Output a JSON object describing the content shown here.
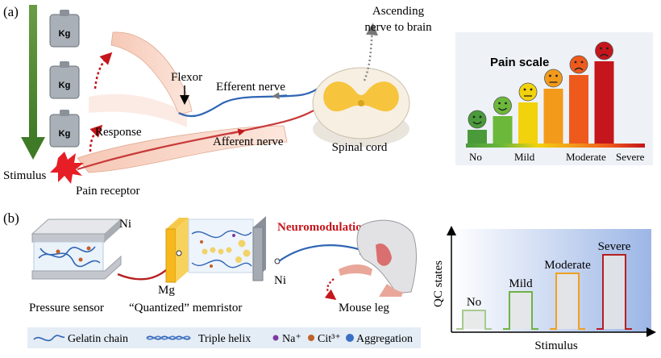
{
  "panel_a": {
    "label": "(a)",
    "weight_label": "Kg",
    "stimulus": "Stimulus",
    "response": "Response",
    "pain_receptor": "Pain receptor",
    "flexor": "Flexor",
    "efferent": "Efferent nerve",
    "afferent": "Afferent nerve",
    "spinal_cord": "Spinal cord",
    "ascending_line1": "Ascending",
    "ascending_line2": "nerve to brain",
    "pain_scale": {
      "title": "Pain scale",
      "labels": [
        "No",
        "Mild",
        "Moderate",
        "Severe"
      ],
      "levels": [
        {
          "value": 1,
          "color": "#4a9a3a"
        },
        {
          "value": 2,
          "color": "#6cb83a"
        },
        {
          "value": 3,
          "color": "#f2d20c"
        },
        {
          "value": 4,
          "color": "#f39a1a"
        },
        {
          "value": 5,
          "color": "#ee5a1c"
        },
        {
          "value": 6,
          "color": "#c4161c"
        }
      ]
    }
  },
  "panel_b": {
    "label": "(b)",
    "ni_top": "Ni",
    "mg": "Mg",
    "ni_right": "Ni",
    "neuromodulation": "Neuromodulation",
    "pressure_sensor": "Pressure sensor",
    "memristor": "“Quantized” memristor",
    "mouse_leg": "Mouse leg",
    "legend": {
      "gelatin": "Gelatin chain",
      "triple": "Triple helix",
      "na": "Na⁺",
      "cit": "Cit³⁺",
      "aggregation": "Aggregation"
    },
    "qc_chart": {
      "ylabel": "QC states",
      "xlabel": "Stimulus",
      "pulses": [
        {
          "label": "No",
          "level": 1,
          "color": "#a8c98e"
        },
        {
          "label": "Mild",
          "level": 2,
          "color": "#6fb345"
        },
        {
          "label": "Moderate",
          "level": 3,
          "color": "#f0a020"
        },
        {
          "label": "Severe",
          "level": 4,
          "color": "#b51f1f"
        }
      ]
    }
  }
}
